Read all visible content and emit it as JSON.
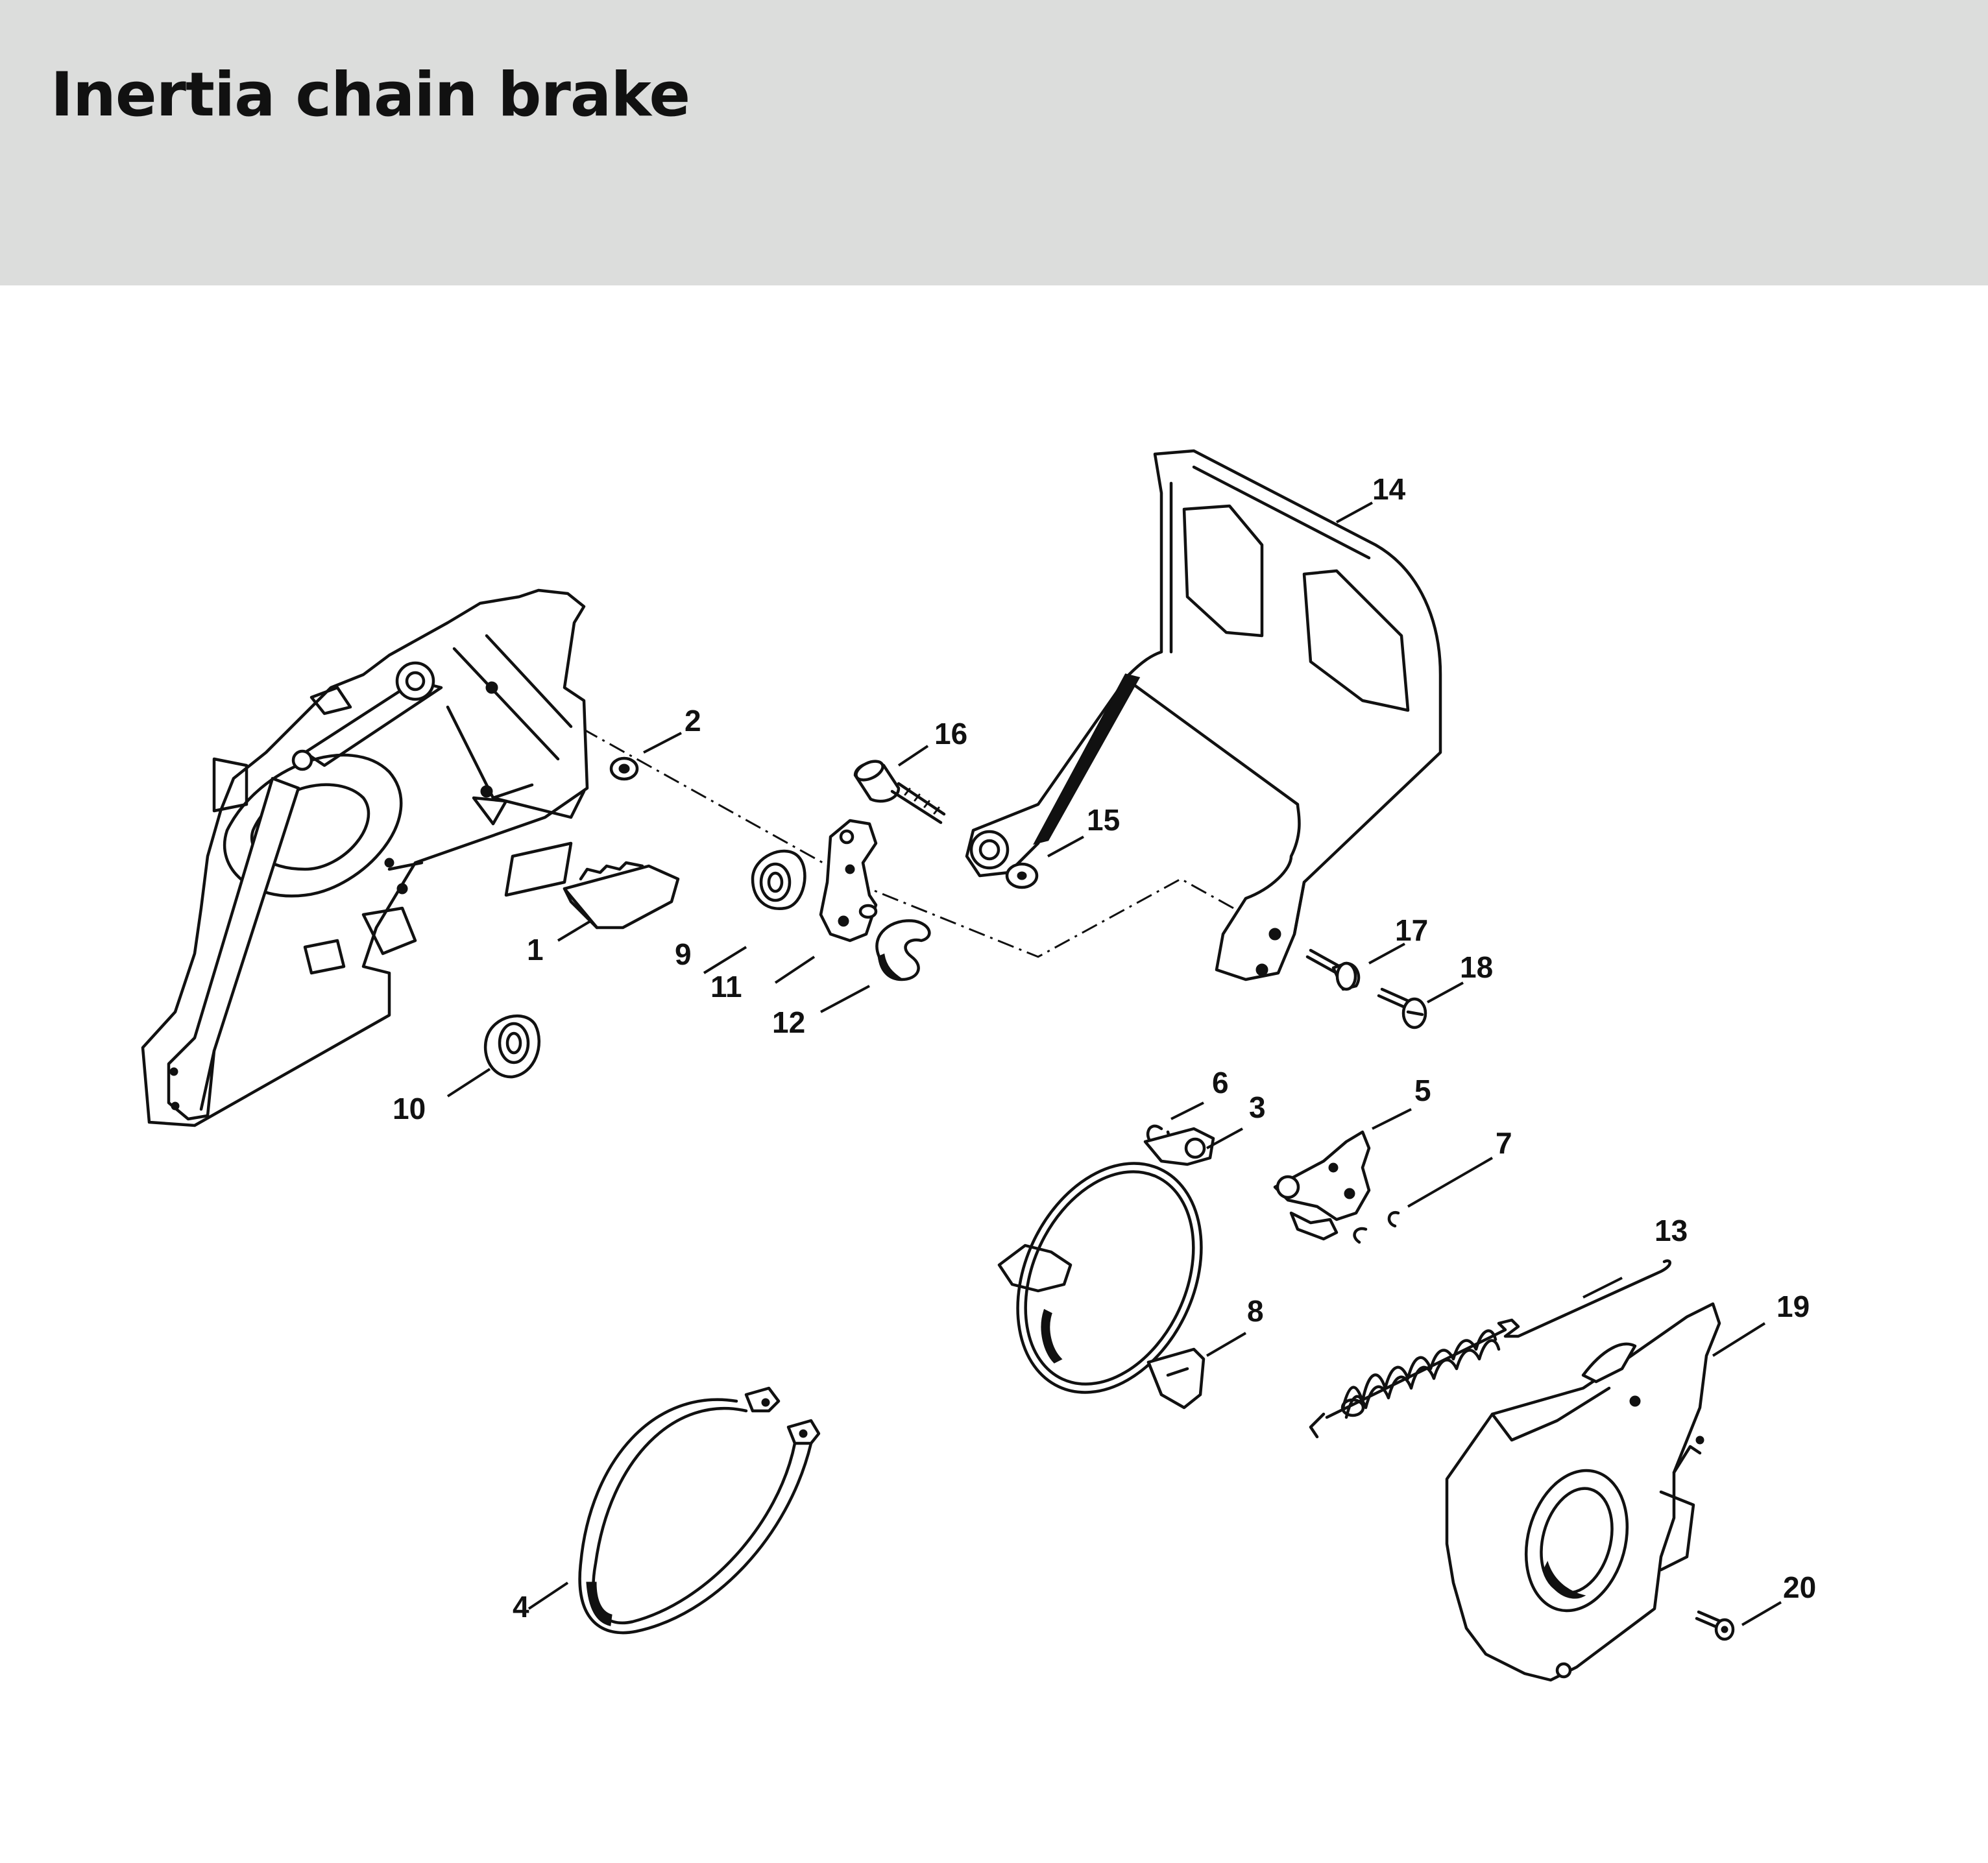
{
  "header": {
    "title": "Inertia chain brake"
  },
  "diagram": {
    "callouts": [
      "1",
      "2",
      "3",
      "4",
      "5",
      "6",
      "7",
      "8",
      "9",
      "10",
      "11",
      "12",
      "13",
      "14",
      "15",
      "16",
      "17",
      "18",
      "19",
      "20"
    ]
  }
}
